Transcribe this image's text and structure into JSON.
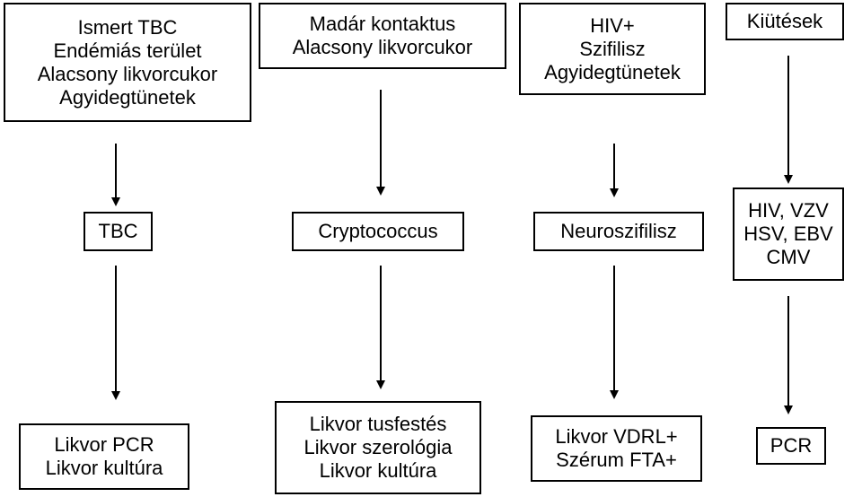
{
  "diagram": {
    "top": {
      "tbc_factors": [
        "Ismert TBC",
        "Endémiás terület",
        "Alacsony likvorcukor",
        "Agyidegtünetek"
      ],
      "crypto_factors": [
        "Madár kontaktus",
        "Alacsony likvorcukor"
      ],
      "neuro_factors": [
        "HIV+",
        "Szifilisz",
        "Agyidegtünetek"
      ],
      "viral_factors": [
        "Kiütések"
      ]
    },
    "middle": {
      "tbc": [
        "TBC"
      ],
      "crypto": [
        "Cryptococcus"
      ],
      "neuro": [
        "Neuroszifilisz"
      ],
      "viral": [
        "HIV, VZV",
        "HSV, EBV",
        "CMV"
      ]
    },
    "bottom": {
      "tbc_tests": [
        "Likvor PCR",
        "Likvor kultúra"
      ],
      "crypto_tests": [
        "Likvor tusfestés",
        "Likvor szerológia",
        "Likvor kultúra"
      ],
      "neuro_tests": [
        "Likvor VDRL+",
        "Szérum FTA+"
      ],
      "viral_tests": [
        "PCR"
      ]
    }
  }
}
